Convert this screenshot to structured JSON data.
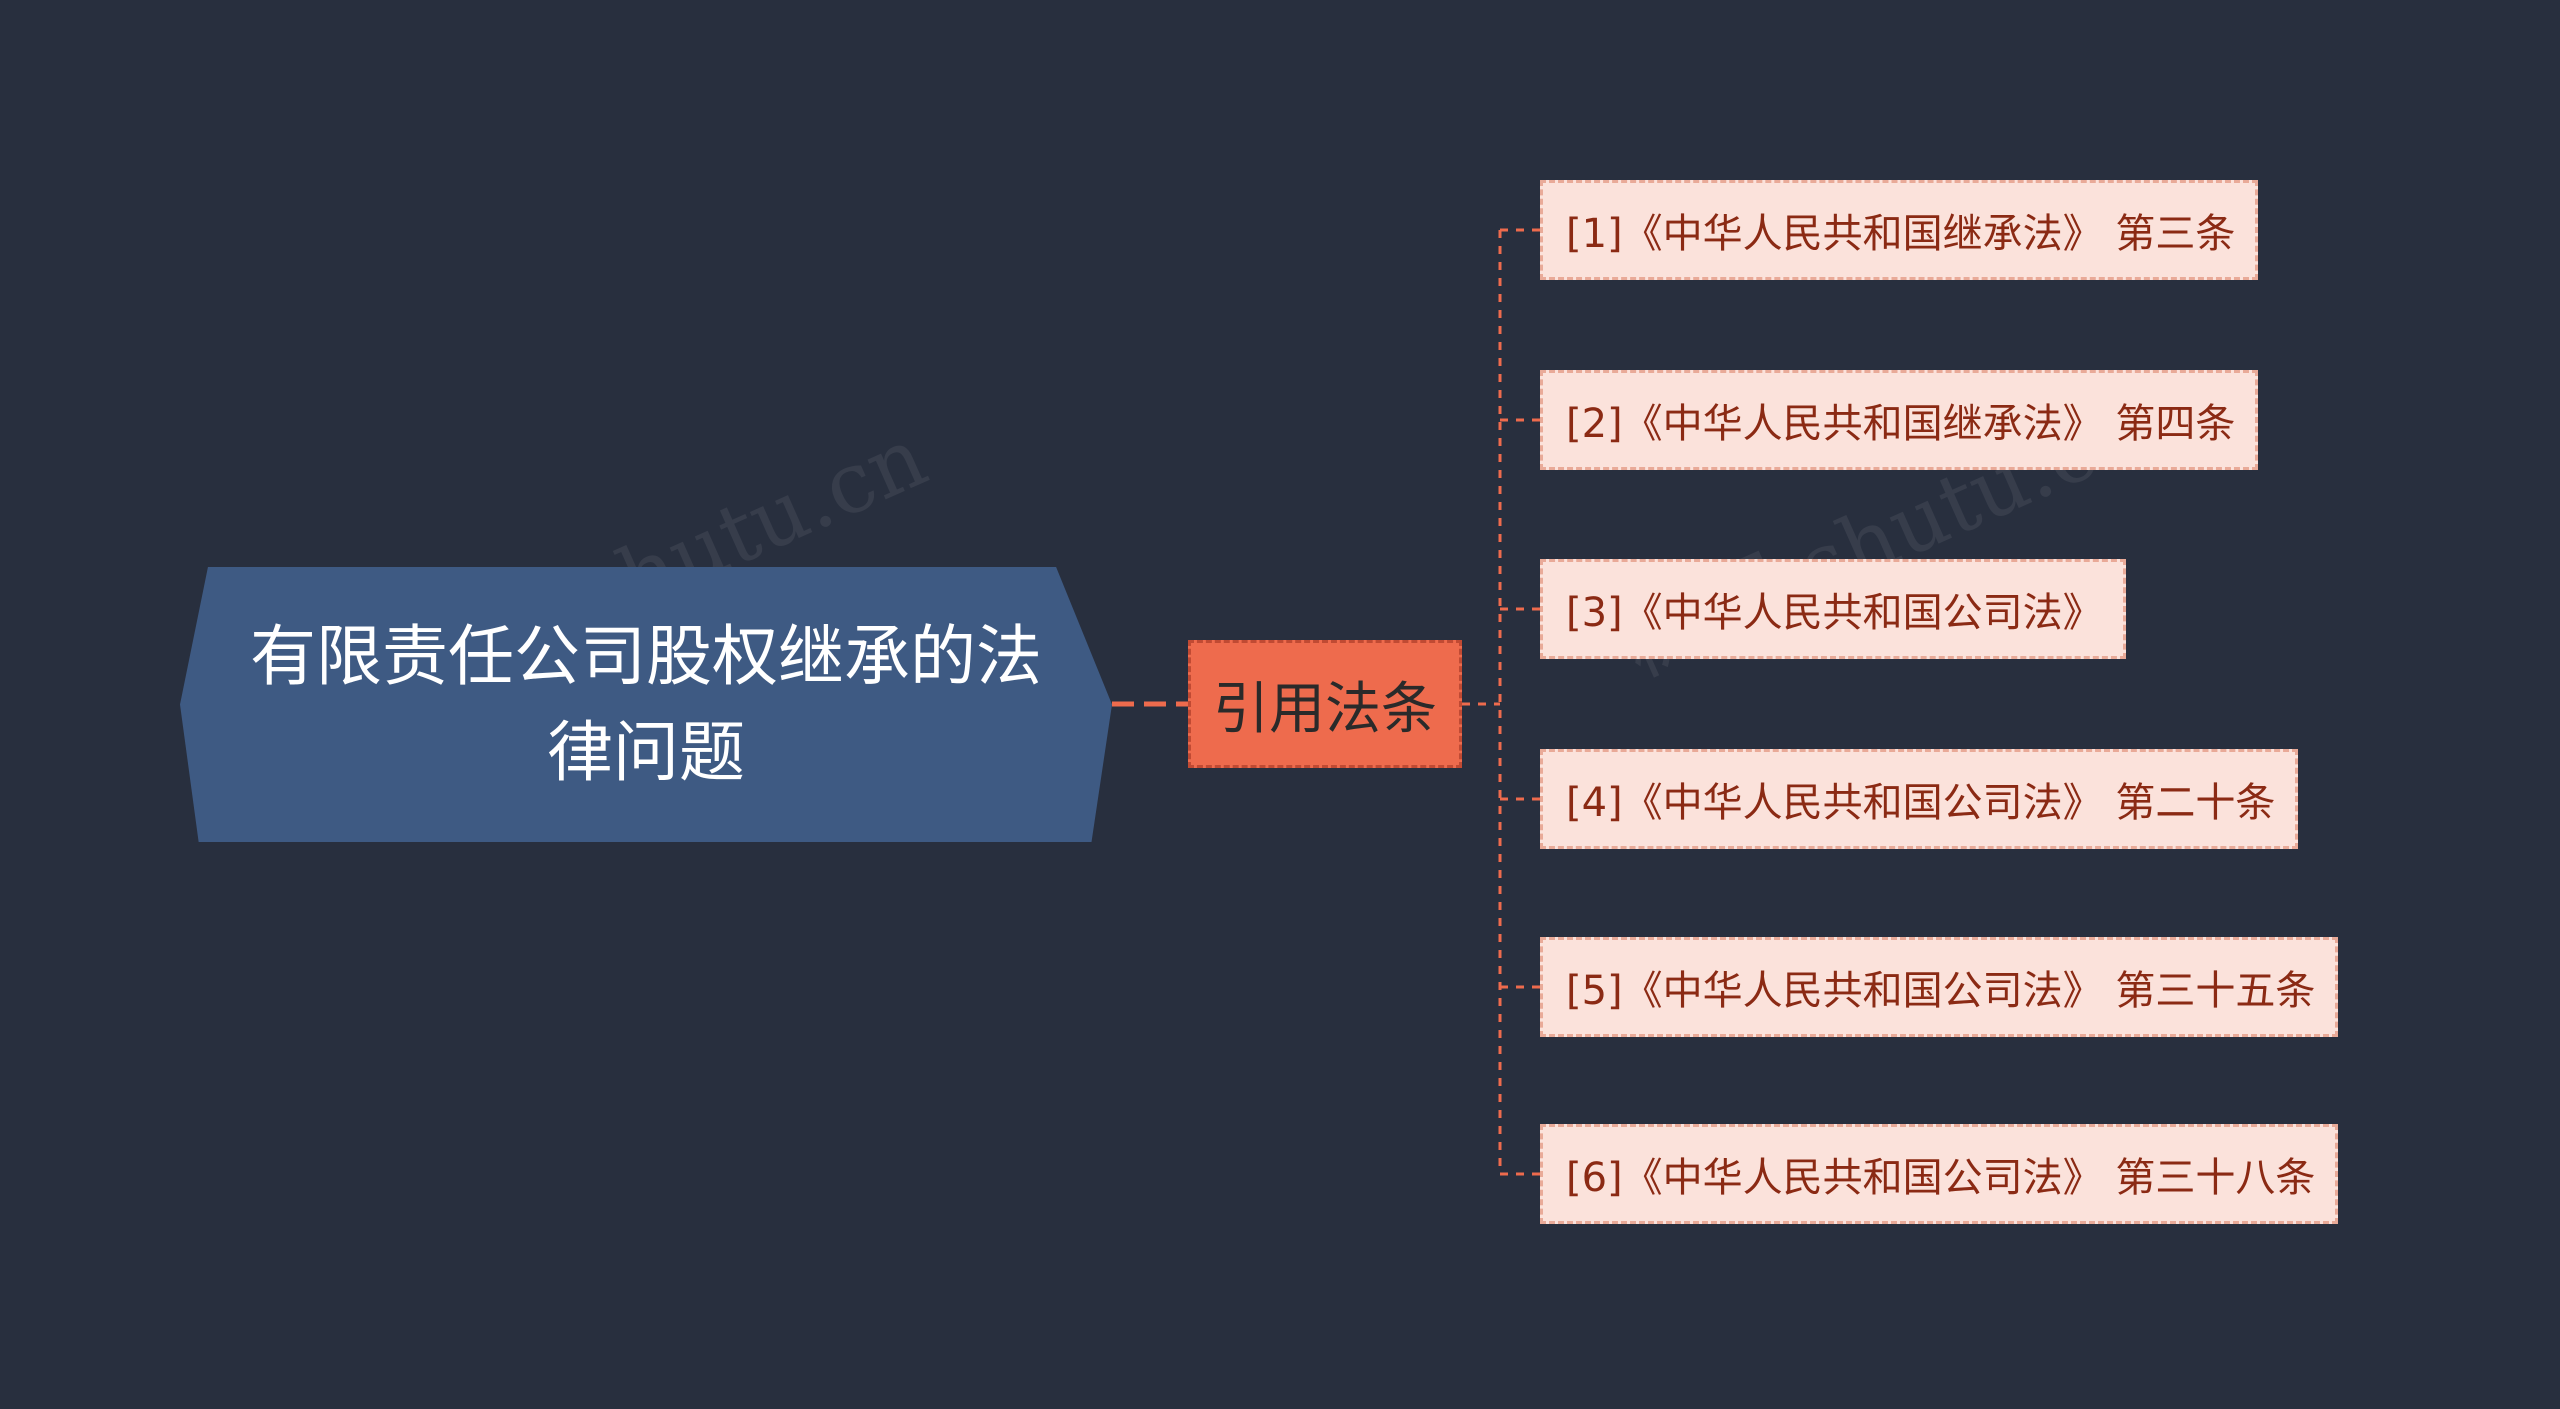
{
  "root": {
    "title": "有限责任公司股权继承的法律问题"
  },
  "branch": {
    "label": "引用法条"
  },
  "leaves": [
    {
      "label": "[1]《中华人民共和国继承法》 第三条"
    },
    {
      "label": "[2]《中华人民共和国继承法》 第四条"
    },
    {
      "label": "[3]《中华人民共和国公司法》"
    },
    {
      "label": "[4]《中华人民共和国公司法》 第二十条"
    },
    {
      "label": "[5]《中华人民共和国公司法》 第三十五条"
    },
    {
      "label": "[6]《中华人民共和国公司法》 第三十八条"
    }
  ],
  "colors": {
    "background": "#282f3e",
    "root_fill": "#3e5a83",
    "branch_fill": "#ee6b4d",
    "leaf_fill": "#fbe2db",
    "leaf_text": "#8b2a14",
    "connector": "#ee6b4d"
  }
}
